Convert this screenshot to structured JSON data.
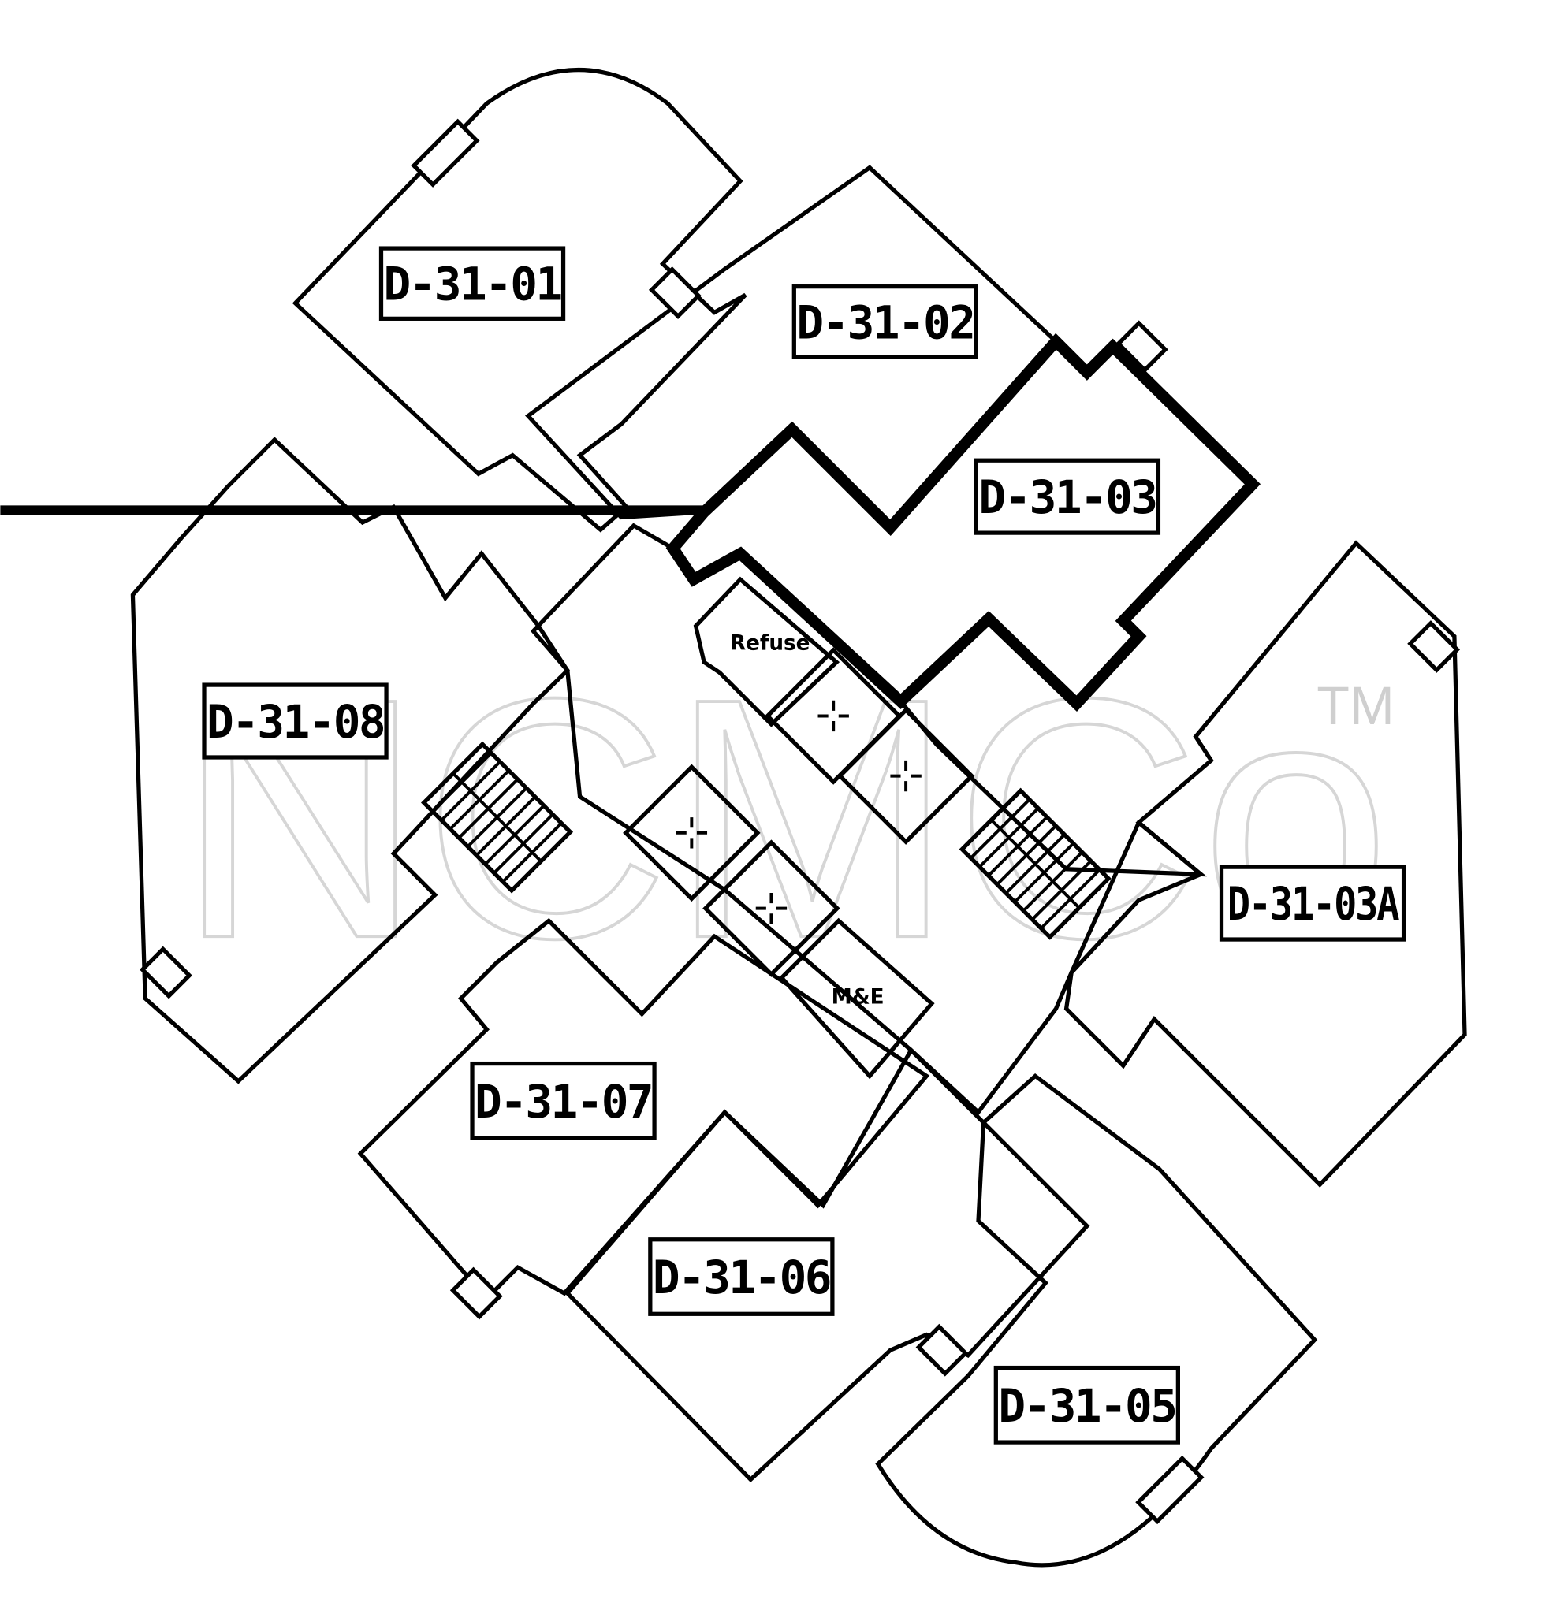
{
  "units": [
    {
      "id": "D-31-01"
    },
    {
      "id": "D-31-02"
    },
    {
      "id": "D-31-03"
    },
    {
      "id": "D-31-03A"
    },
    {
      "id": "D-31-05"
    },
    {
      "id": "D-31-06"
    },
    {
      "id": "D-31-07"
    },
    {
      "id": "D-31-08"
    }
  ],
  "rooms": {
    "refuse": "Refuse",
    "me": "M&E"
  },
  "watermark": {
    "text": "NCMCo",
    "tm": "TM"
  },
  "highlighted_unit": "D-31-03"
}
